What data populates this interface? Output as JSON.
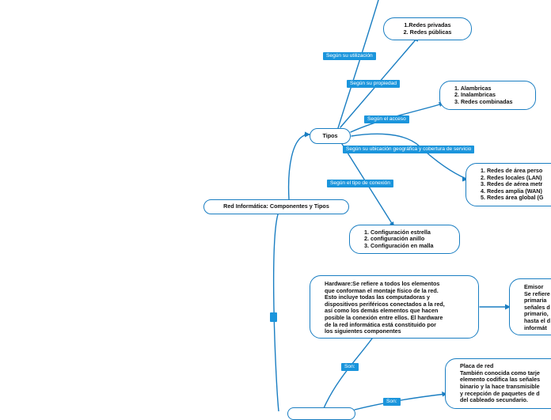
{
  "nodes": {
    "root": "Red Informática: Componentes y Tipos",
    "tipos": "Tipos",
    "propiedad": "1.Redes privadas\n2. Redes públicas",
    "acceso": "1. Alambricas\n2. Inalambricas\n3. Redes combinadas",
    "cobertura": "1. Redes de área perso\n2. Redes locales (LAN)\n3. Redes de aérea metr\n4. Redes amplia (WAN)\n5. Redes área global (G",
    "conexion": "1. Configuración estrella\n2. configuración anillo\n3. Configuración en malla",
    "hardware": "Hardware:Se refiere a todos los elementos\nque conforman el montaje físico de la red.\nEsto incluye todas las computadoras y\ndispositivos periféricos conectados a la red,\nasí como los demás elementos que hacen\nposible la conexión entre ellos. El hardware\nde la red informática está constituido por\nlos siguientes componentes",
    "emisor": "Emisor\nSe refiere\nprimaria\nseñales d\nprimario,\nhasta el d\ninformát",
    "placa": "Placa de red\nTambién conocida como tarje\nelemento codifica las señales\nbinario y la hace transmisible\ny recepción de paquetes de d\ndel cableado secundario."
  },
  "labels": {
    "utilizacion": "Según su utilización",
    "propiedad": "Según su propiedad",
    "acceso": "Según el acceso",
    "cobertura": "Según su ubicación geográfica y cobertura de servicio",
    "conexion": "Según el tipo de conexión",
    "son1": "Son:",
    "son2": "Son:"
  },
  "colors": {
    "line": "#1a7ec2",
    "label_bg": "#1b95dc"
  }
}
